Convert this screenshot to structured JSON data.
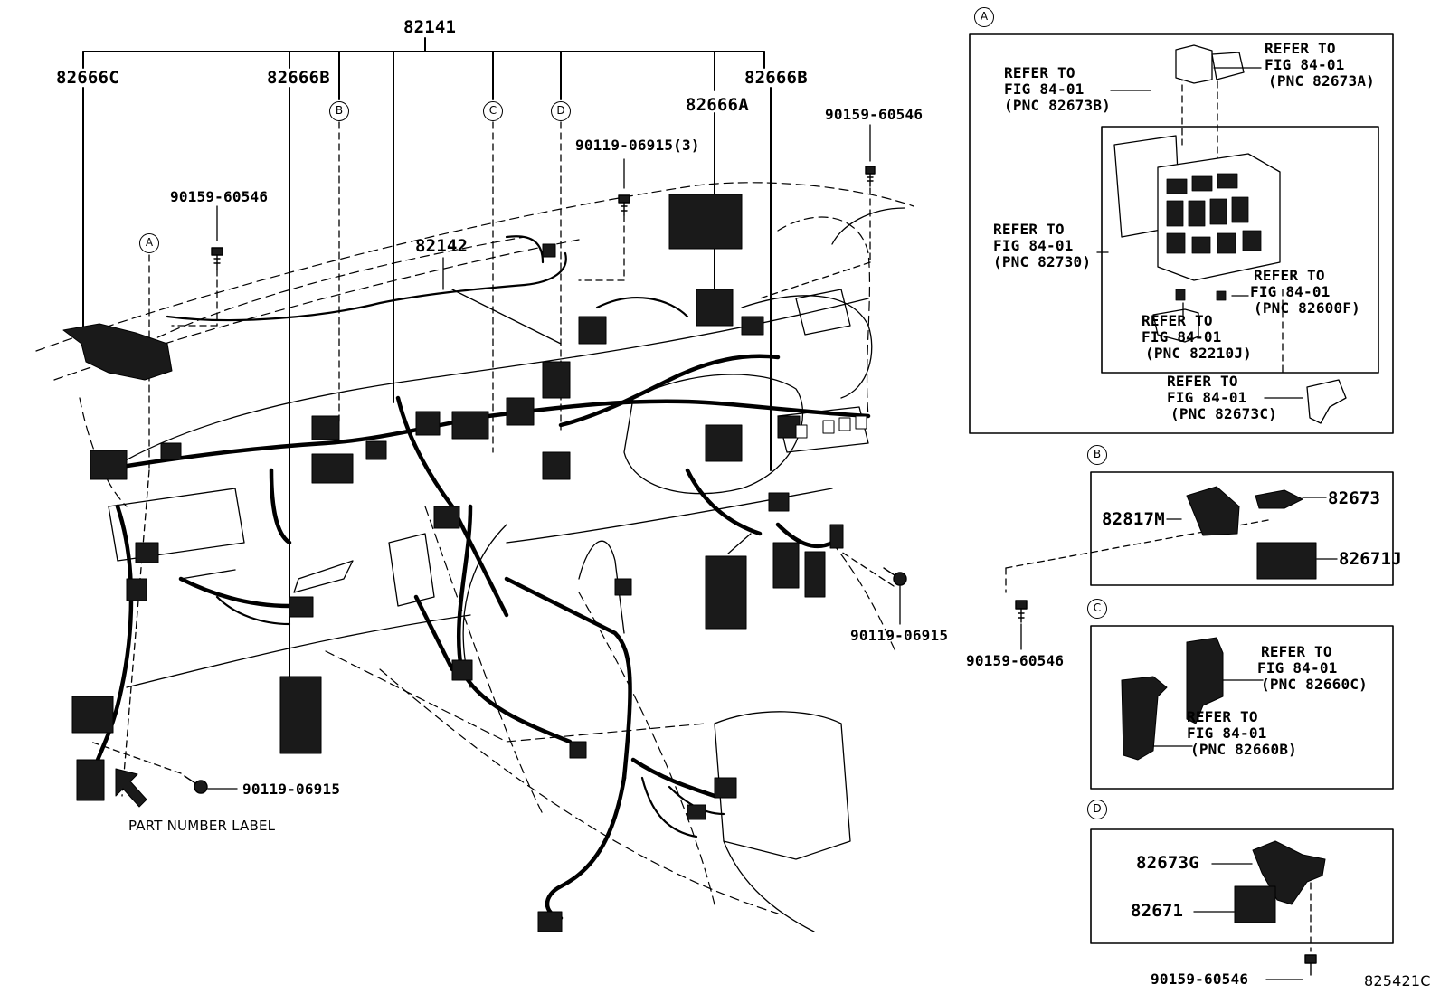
{
  "diagram_id": "825421C",
  "main": {
    "harness_main": "82141",
    "harness_sub": "82142",
    "junction_c": "82666C",
    "junction_b_left": "82666B",
    "junction_b_right": "82666B",
    "junction_a": "82666A",
    "bolt_top_right": "90159-60546",
    "bolt_top_left": "90159-60546",
    "clip_top": "90119-06915(3)",
    "clip_right": "90119-06915",
    "clip_bottom": "90119-06915",
    "part_number_label": "PART NUMBER LABEL",
    "callout_a": "A",
    "callout_b": "B",
    "callout_c": "C",
    "callout_d": "D"
  },
  "detail_a": {
    "letter": "A",
    "ref_82673a": [
      "REFER TO",
      "FIG 84-01",
      "(PNC 82673A)"
    ],
    "ref_82673b": [
      "REFER TO",
      "FIG 84-01",
      "(PNC 82673B)"
    ],
    "ref_82730": [
      "REFER TO",
      "FIG 84-01",
      "(PNC 82730)"
    ],
    "ref_82600f": [
      "REFER TO",
      "FIG 84-01",
      "(PNC 82600F)"
    ],
    "ref_82210j": [
      "REFER TO",
      "FIG 84-01",
      "(PNC 82210J)"
    ],
    "ref_82673c": [
      "REFER TO",
      "FIG 84-01",
      "(PNC 82673C)"
    ]
  },
  "detail_b": {
    "letter": "B",
    "part_1": "82817M",
    "part_2": "82673",
    "part_3": "82671J",
    "bolt": "90159-60546"
  },
  "detail_c": {
    "letter": "C",
    "ref_82660c": [
      "REFER TO",
      "FIG 84-01",
      "(PNC 82660C)"
    ],
    "ref_82660b": [
      "REFER TO",
      "FIG 84-01",
      "(PNC 82660B)"
    ]
  },
  "detail_d": {
    "letter": "D",
    "part_1": "82673G",
    "part_2": "82671",
    "bolt": "90159-60546"
  }
}
